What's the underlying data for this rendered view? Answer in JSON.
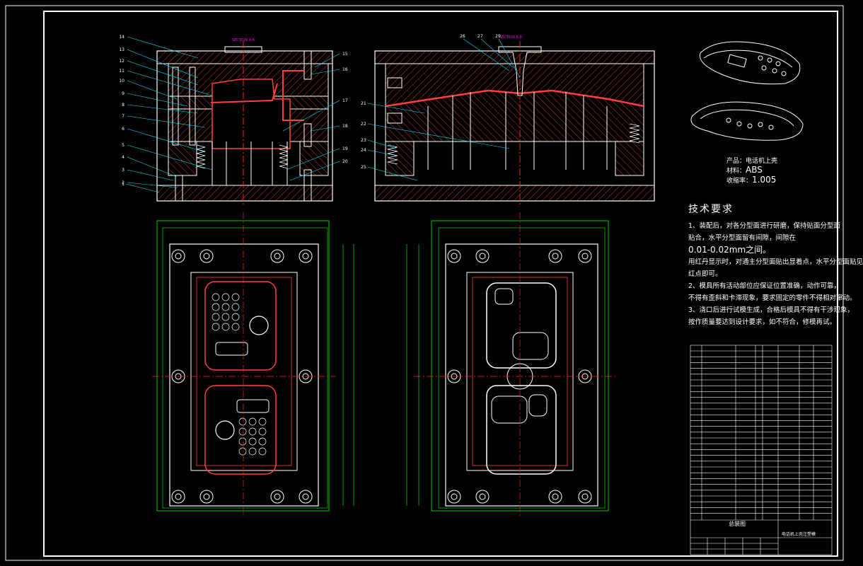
{
  "drawing": {
    "section_a_label": "SECTION A-A",
    "section_b_label": "SECTION B-B",
    "left_callouts": [
      "14",
      "13",
      "12",
      "11",
      "10",
      "9",
      "8",
      "7",
      "6",
      "5",
      "4",
      "3",
      "2",
      "1"
    ],
    "right_callouts_a": [
      "15",
      "16",
      "17",
      "18",
      "19",
      "20"
    ],
    "top_callouts_b": [
      "26",
      "27",
      "29"
    ],
    "left_callouts_b": [
      "21",
      "22",
      "23",
      "24",
      "25"
    ]
  },
  "product_info": {
    "name_label": "产品：电话机上壳",
    "material_label": "材料：",
    "material_value": "ABS",
    "shrink_label": "收缩率：",
    "shrink_value": "1.005"
  },
  "tech_requirements": {
    "heading": "技术要求",
    "lines": [
      "1、装配后，对各分型面进行研磨，保持贴面分型面",
      "贴合，水平分型面留有间隙，间隙在",
      "0.01-0.02mm之间。",
      "用红丹显示时，对通主分型面贴出显着点，水平分型面贴见",
      "红点即可。",
      "2、模具所有活动部位应保证位置准确，动作可靠，",
      "不得有歪斜和卡滞现象，要求固定的零件不得相对窜动。",
      "3、浇口后进行试模生成，合格后模具不得有干涉现象，",
      "按作质量要达到设计要求，如不符合，修模再试。"
    ]
  },
  "title_block": {
    "title": "总装图",
    "subtitle": "电话机上壳注塑模"
  },
  "colors": {
    "background": "#000000",
    "outline": "#ffffff",
    "centerline": "#ff2020",
    "dimension": "#00ff00",
    "magenta": "#ff00ff",
    "part_line": "#ff4040"
  }
}
